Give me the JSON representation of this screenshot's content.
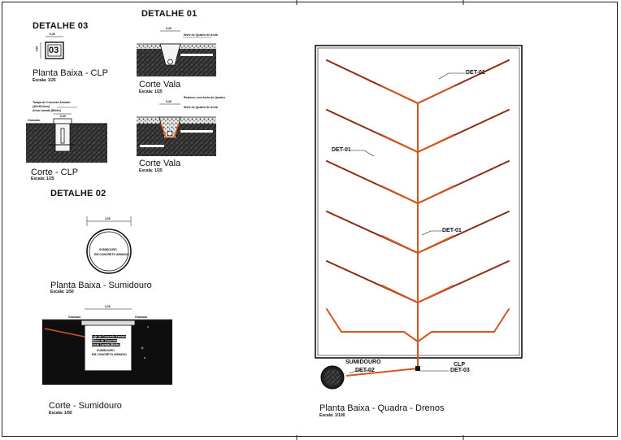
{
  "colors": {
    "drain_orange": "#d4561f",
    "drain_brown": "#8b2a12",
    "ink": "#111111",
    "soil_dark": "#2c2c2c"
  },
  "headings": {
    "detalhe03": "DETALHE 03",
    "detalhe01": "DETALHE 01",
    "detalhe02": "DETALHE 02"
  },
  "views": {
    "planta_clp": {
      "title": "Planta Baixa - CLP",
      "scale": "Escala: 1/25",
      "dim": "0,40",
      "dim_side": "0,40",
      "code": "03"
    },
    "corte_vala_1": {
      "title": "Corte Vala",
      "scale": "Escala: 1/25",
      "dim": "0,40",
      "note": "Nível do Quadro de Areia"
    },
    "corte_vala_2": {
      "title": "Corte Vala",
      "scale": "Escala: 1/25",
      "dim": "0,40",
      "note1": "Reaterro com Areia do Quadro",
      "note2": "Nível do Quadro de Areia"
    },
    "corte_clp": {
      "title": "Corte - CLP",
      "scale": "Escala: 1/25",
      "note1": "Tampa de Concreto Armado",
      "note2": "(40x40x3cm)",
      "note3": "Areia Lavada (Bidim)",
      "dim": "0,40",
      "ground": "Gramado"
    },
    "planta_sumidouro": {
      "title": "Planta Baixa - Sumidouro",
      "scale": "Escala: 1/50",
      "dim": "2,00",
      "inner1": "SUMIDOURO",
      "inner2": "EM CONCRETO ARMADO"
    },
    "corte_sumidouro": {
      "title": "Corte - Sumidouro",
      "scale": "Escala: 1/50",
      "dim": "2,00",
      "ground1": "Gramado",
      "ground2": "Gramado",
      "inner1": "SUMIDOURO",
      "inner2": "EM CONCRETO ARMADO",
      "side1": "Laje de Concreto Armado",
      "side2": "Bloco de Concreto",
      "side3": "Areia Lavada (Bidim)"
    },
    "planta_quadra": {
      "title": "Planta Baixa - Quadra - Drenos",
      "scale": "Escala: 1/100",
      "tags": [
        "DET-01",
        "DET-01",
        "DET-01"
      ],
      "sumidouro_label": "SUMIDOURO",
      "sumidouro_tag": "DET-02",
      "clp_label": "CLP",
      "clp_tag": "DET-03"
    }
  }
}
